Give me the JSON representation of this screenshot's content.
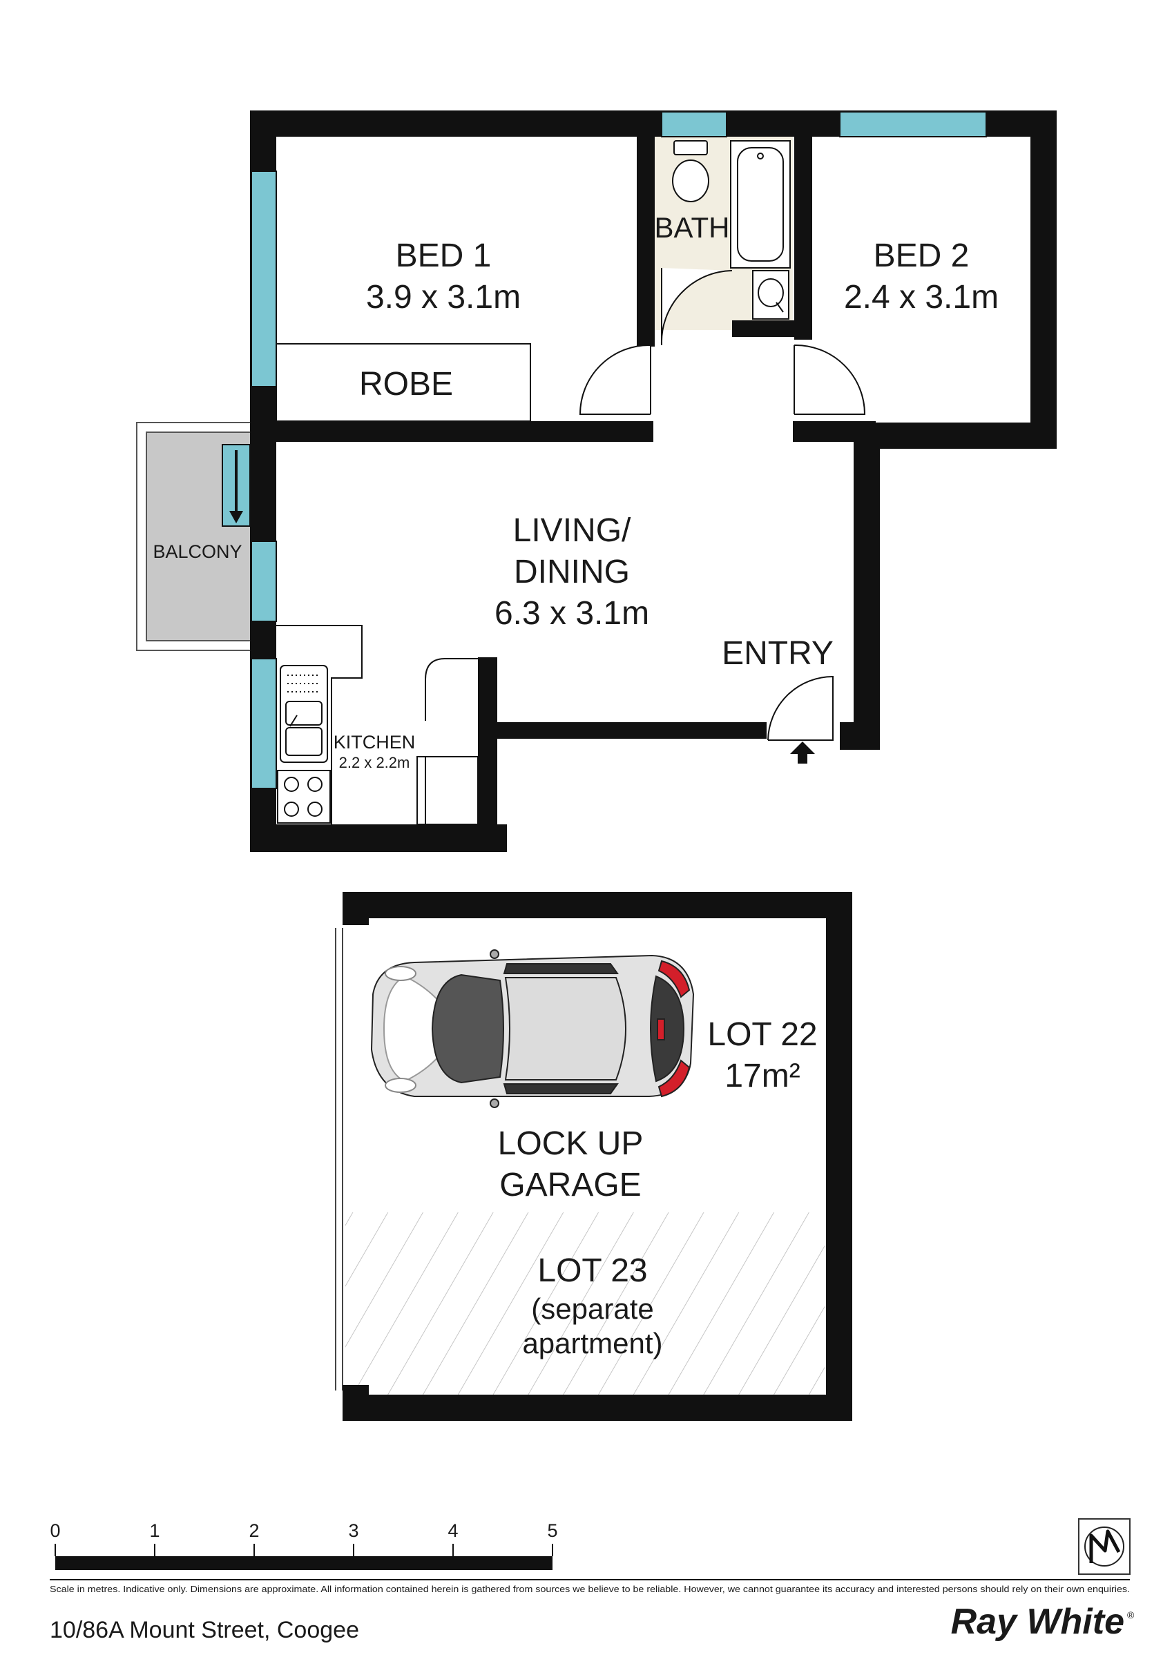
{
  "rooms": {
    "bed1": {
      "name": "BED 1",
      "size": "3.9 x 3.1m"
    },
    "bed2": {
      "name": "BED 2",
      "size": "2.4 x 3.1m"
    },
    "bath": {
      "name": "BATH"
    },
    "robe": {
      "name": "ROBE"
    },
    "living": {
      "line1": "LIVING/",
      "line2": "DINING",
      "size": "6.3 x 3.1m"
    },
    "entry": {
      "name": "ENTRY"
    },
    "balcony": {
      "name": "BALCONY"
    },
    "kitchen": {
      "name": "KITCHEN",
      "size": "2.2 x 2.2m"
    }
  },
  "garage": {
    "lot22": {
      "name": "LOT 22",
      "area": "17m²"
    },
    "label_line1": "LOCK UP",
    "label_line2": "GARAGE",
    "lot23": {
      "name": "LOT 23",
      "line2": "(separate",
      "line3": "apartment)"
    }
  },
  "scale_bar": {
    "ticks": [
      "0",
      "1",
      "2",
      "3",
      "4",
      "5"
    ],
    "unit_note": "Scale in metres"
  },
  "disclaimer": "Scale in metres. Indicative only. Dimensions are approximate. All information contained herein is gathered from sources we believe to be reliable. However, we cannot guarantee its accuracy and interested persons should rely on their own enquiries.",
  "address": "10/86A Mount Street, Coogee",
  "brand": "Ray White",
  "colors": {
    "wall": "#111111",
    "window": "#7cc6d2",
    "balcony": "#c8c8c8",
    "car_red": "#d31f2a",
    "text": "#1a1a1a"
  },
  "icons": [
    "north-arrow-icon",
    "entry-arrow-icon",
    "car-icon",
    "toilet-icon",
    "bathtub-icon",
    "basin-icon",
    "sink-icon",
    "cooktop-icon"
  ]
}
